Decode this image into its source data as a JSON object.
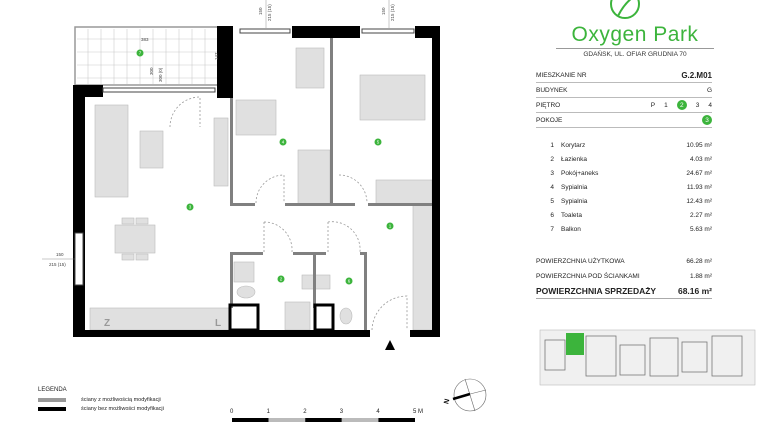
{
  "brand": {
    "name": "Oxygen Park",
    "address": "GDAŃSK, UL. OFIAR GRUDNIA 70",
    "color": "#3cb43c"
  },
  "info": {
    "apartment_label": "MIESZKANIE NR",
    "apartment_value": "G.2.M01",
    "building_label": "BUDYNEK",
    "building_value": "G",
    "floor_label": "PIĘTRO",
    "floors": [
      "P",
      "1",
      "2",
      "3",
      "4"
    ],
    "selected_floor": "2",
    "rooms_label": "POKOJE",
    "rooms_value": "3"
  },
  "rooms": [
    {
      "n": "1",
      "name": "Korytarz",
      "area": "10.95 m²"
    },
    {
      "n": "2",
      "name": "Łazienka",
      "area": "4.03 m²"
    },
    {
      "n": "3",
      "name": "Pokój+aneks",
      "area": "24.67 m²"
    },
    {
      "n": "4",
      "name": "Sypialnia",
      "area": "11.93 m²"
    },
    {
      "n": "5",
      "name": "Sypialnia",
      "area": "12.43 m²"
    },
    {
      "n": "6",
      "name": "Toaleta",
      "area": "2.27 m²"
    },
    {
      "n": "7",
      "name": "Balkon",
      "area": "5.63 m²"
    }
  ],
  "summary": {
    "usable_label": "POWIERZCHNIA UŻYTKOWA",
    "usable_value": "66.28 m²",
    "walls_label": "POWIERZCHNIA POD ŚCIANKAMI",
    "walls_value": "1.88 m²",
    "sale_label": "POWIERZCHNIA SPRZEDAŻY",
    "sale_value": "68.16 m²"
  },
  "plan": {
    "dims": {
      "win_top_a": "150",
      "win_top_a2": "215 (15)",
      "win_top_b": "150",
      "win_top_b2": "215 (15)",
      "balcony_w": "383",
      "balcony_h": "147",
      "balcony_v1": "300",
      "balcony_v2": "300 (0)",
      "win_left": "150",
      "win_left2": "215 (15)"
    },
    "kitchen_marks": [
      "Z",
      "L"
    ]
  },
  "legend": {
    "title": "LEGENDA",
    "items": [
      {
        "label": "ściany z możliwością modyfikacji",
        "color": "#999999"
      },
      {
        "label": "ściany bez możliwości modyfikacji",
        "color": "#000000"
      }
    ]
  },
  "scale": {
    "labels": [
      "0",
      "1",
      "2",
      "3",
      "4",
      "5 M"
    ]
  },
  "compass": {
    "label": "N"
  }
}
